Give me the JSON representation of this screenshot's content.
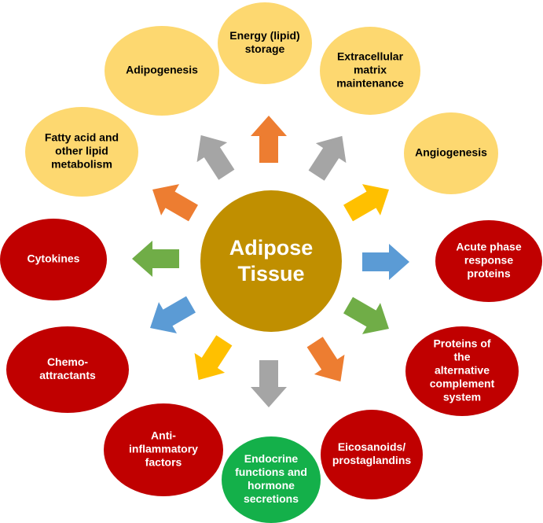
{
  "colors": {
    "yellow": "#fdd870",
    "red": "#c00000",
    "green": "#14b04a",
    "center": "#c08f00",
    "arrow_orange": "#ed7d31",
    "arrow_gray": "#a5a5a5",
    "arrow_yellow": "#ffc000",
    "arrow_blue": "#5b9bd5",
    "arrow_green": "#70ad47"
  },
  "center": {
    "lines": [
      "Adipose",
      "Tissue"
    ]
  },
  "nodes": [
    {
      "id": "energy-lipid-storage",
      "color": "yellow",
      "lines": [
        "Energy (lipid)",
        "storage"
      ]
    },
    {
      "id": "extracellular-matrix-maintenance",
      "color": "yellow",
      "lines": [
        "Extracellular",
        "matrix",
        "maintenance"
      ]
    },
    {
      "id": "angiogenesis",
      "color": "yellow",
      "lines": [
        "Angiogenesis"
      ]
    },
    {
      "id": "acute-phase-response-proteins",
      "color": "red",
      "lines": [
        "Acute phase",
        "response",
        "proteins"
      ]
    },
    {
      "id": "proteins-alternative-complement-system",
      "color": "red",
      "lines": [
        "Proteins of",
        "the",
        "alternative",
        "complement",
        "system"
      ]
    },
    {
      "id": "eicosanoids-prostaglandins",
      "color": "red",
      "lines": [
        "Eicosanoids/",
        "prostaglandins"
      ]
    },
    {
      "id": "endocrine-functions-hormone-secretions",
      "color": "green",
      "lines": [
        "Endocrine",
        "functions and",
        "hormone",
        "secretions"
      ]
    },
    {
      "id": "anti-inflammatory-factors",
      "color": "red",
      "lines": [
        "Anti-",
        "inflammatory",
        "factors"
      ]
    },
    {
      "id": "chemo-attractants",
      "color": "red",
      "lines": [
        "Chemo-",
        "attractants"
      ]
    },
    {
      "id": "cytokines",
      "color": "red",
      "lines": [
        "Cytokines"
      ]
    },
    {
      "id": "fatty-acid-lipid-metabolism",
      "color": "yellow",
      "lines": [
        "Fatty acid and",
        "other lipid",
        "metabolism"
      ]
    },
    {
      "id": "adipogenesis",
      "color": "yellow",
      "lines": [
        "Adipogenesis"
      ]
    }
  ],
  "arrows": [
    {
      "id": "arrow-up",
      "color": "arrow_orange"
    },
    {
      "id": "arrow-up-right",
      "color": "arrow_gray"
    },
    {
      "id": "arrow-right-upper",
      "color": "arrow_yellow"
    },
    {
      "id": "arrow-right",
      "color": "arrow_blue"
    },
    {
      "id": "arrow-right-lower",
      "color": "arrow_green"
    },
    {
      "id": "arrow-down-right",
      "color": "arrow_orange"
    },
    {
      "id": "arrow-down",
      "color": "arrow_gray"
    },
    {
      "id": "arrow-down-left",
      "color": "arrow_yellow"
    },
    {
      "id": "arrow-left-lower",
      "color": "arrow_blue"
    },
    {
      "id": "arrow-left",
      "color": "arrow_green"
    },
    {
      "id": "arrow-left-upper",
      "color": "arrow_orange"
    },
    {
      "id": "arrow-up-left",
      "color": "arrow_gray"
    }
  ]
}
